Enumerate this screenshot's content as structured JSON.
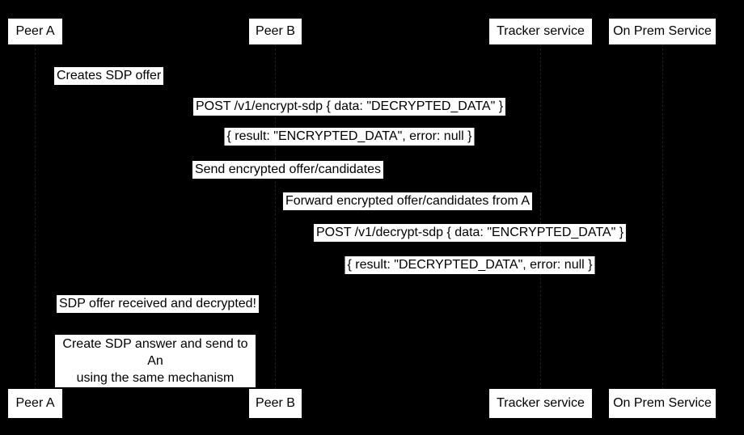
{
  "diagram": {
    "type": "sequence-diagram",
    "colors": {
      "background": "#000000",
      "label_background": "#ffffff",
      "text": "#000000"
    }
  },
  "actors": [
    {
      "label": "Peer A"
    },
    {
      "label": "Peer B"
    },
    {
      "label": "Tracker service"
    },
    {
      "label": "On Prem Service"
    }
  ],
  "events": [
    {
      "kind": "note",
      "text": "Creates SDP offer"
    },
    {
      "kind": "message",
      "text": "POST /v1/encrypt-sdp { data: \"DECRYPTED_DATA\" }"
    },
    {
      "kind": "reply",
      "text": "{ result: \"ENCRYPTED_DATA\", error: null }"
    },
    {
      "kind": "message",
      "text": "Send encrypted offer/candidates"
    },
    {
      "kind": "message",
      "text": "Forward encrypted offer/candidates from A"
    },
    {
      "kind": "message",
      "text": "POST /v1/decrypt-sdp { data: \"ENCRYPTED_DATA\" }"
    },
    {
      "kind": "reply",
      "text": "{ result: \"DECRYPTED_DATA\", error: null }"
    },
    {
      "kind": "note",
      "text": "SDP offer received and decrypted!"
    },
    {
      "kind": "note",
      "text": "Create SDP answer and send to An\nusing the same mechanism"
    }
  ]
}
